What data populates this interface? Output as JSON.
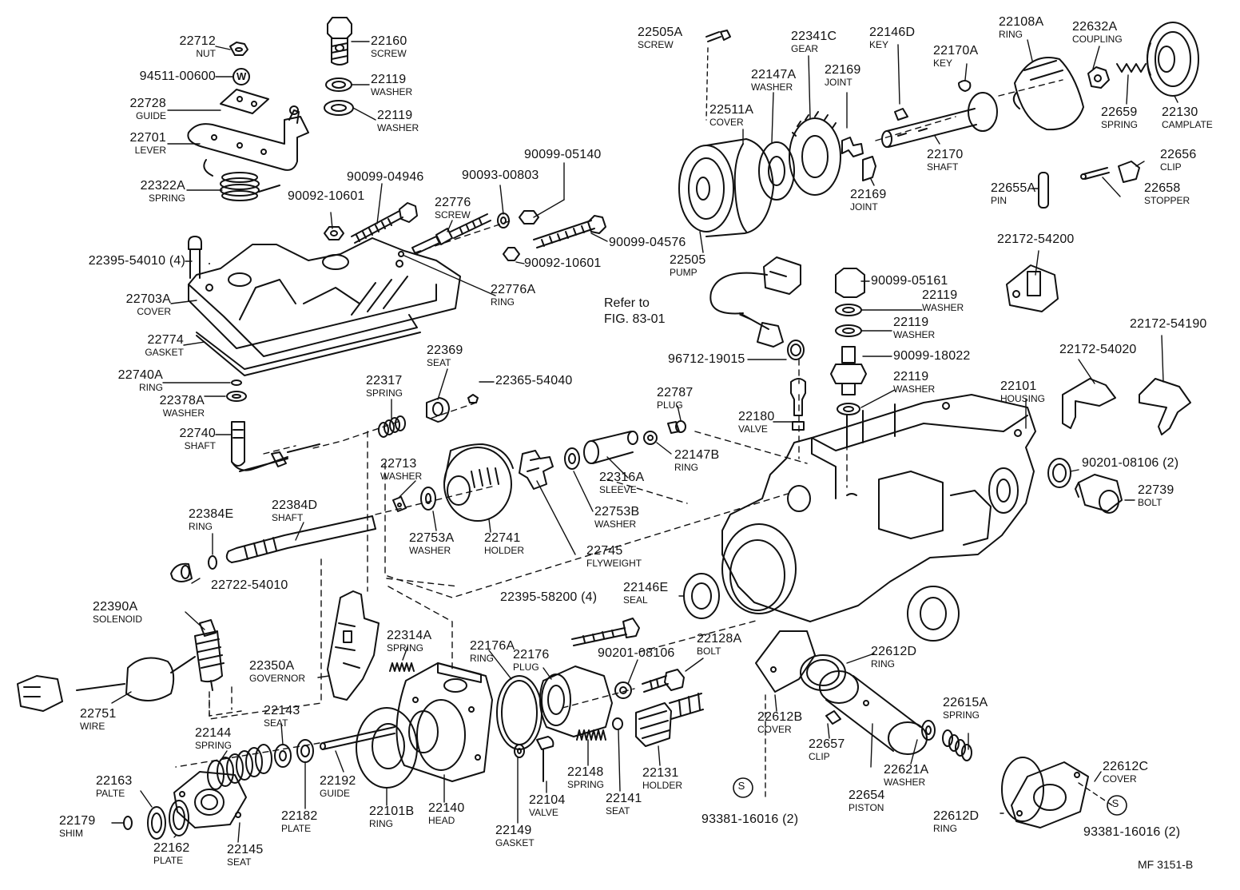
{
  "labels": {
    "p22712": {
      "num": "22712",
      "name": "NUT"
    },
    "p94511": {
      "num": "94511-00600",
      "name": ""
    },
    "p22160": {
      "num": "22160",
      "name": "SCREW"
    },
    "p22119a": {
      "num": "22119",
      "name": "WASHER"
    },
    "p22119b": {
      "num": "22119",
      "name": "WASHER"
    },
    "p22728": {
      "num": "22728",
      "name": "GUIDE"
    },
    "p22701": {
      "num": "22701",
      "name": "LEVER"
    },
    "p22322A": {
      "num": "22322A",
      "name": "SPRING"
    },
    "p90092_10601a": {
      "num": "90092-10601",
      "name": ""
    },
    "p90099_04946": {
      "num": "90099-04946",
      "name": ""
    },
    "p22776": {
      "num": "22776",
      "name": "SCREW"
    },
    "p90093_00803": {
      "num": "90093-00803",
      "name": ""
    },
    "p90099_05140": {
      "num": "90099-05140",
      "name": ""
    },
    "p90099_04576": {
      "num": "90099-04576",
      "name": ""
    },
    "p90092_10601b": {
      "num": "90092-10601",
      "name": ""
    },
    "p22395_54010": {
      "num": "22395-54010 (4)",
      "name": ""
    },
    "p22776A": {
      "num": "22776A",
      "name": "RING"
    },
    "p22703A": {
      "num": "22703A",
      "name": "COVER"
    },
    "p22774": {
      "num": "22774",
      "name": "GASKET"
    },
    "p22740A": {
      "num": "22740A",
      "name": "RING"
    },
    "p22378A": {
      "num": "22378A",
      "name": "WASHER"
    },
    "p22740": {
      "num": "22740",
      "name": "SHAFT"
    },
    "p22317": {
      "num": "22317",
      "name": "SPRING"
    },
    "p22369": {
      "num": "22369",
      "name": "SEAT"
    },
    "p22365_54040": {
      "num": "22365-54040",
      "name": ""
    },
    "p22713": {
      "num": "22713",
      "name": "WASHER"
    },
    "p22384E": {
      "num": "22384E",
      "name": "RING"
    },
    "p22384D": {
      "num": "22384D",
      "name": "SHAFT"
    },
    "p22753A": {
      "num": "22753A",
      "name": "WASHER"
    },
    "p22741": {
      "num": "22741",
      "name": "HOLDER"
    },
    "p22745": {
      "num": "22745",
      "name": "FLYWEIGHT"
    },
    "p22753B": {
      "num": "22753B",
      "name": "WASHER"
    },
    "p22316A": {
      "num": "22316A",
      "name": "SLEEVE"
    },
    "p22787": {
      "num": "22787",
      "name": "PLUG"
    },
    "p22147B": {
      "num": "22147B",
      "name": "RING"
    },
    "p22722_54010": {
      "num": "22722-54010",
      "name": ""
    },
    "p22390A": {
      "num": "22390A",
      "name": "SOLENOID"
    },
    "p22751": {
      "num": "22751",
      "name": "WIRE"
    },
    "p22350A": {
      "num": "22350A",
      "name": "GOVERNOR"
    },
    "p22314A": {
      "num": "22314A",
      "name": "SPRING"
    },
    "p22395_58200": {
      "num": "22395-58200 (4)",
      "name": ""
    },
    "p22176A": {
      "num": "22176A",
      "name": "RING"
    },
    "p22176": {
      "num": "22176",
      "name": "PLUG"
    },
    "p90201_08106a": {
      "num": "90201-08106",
      "name": ""
    },
    "p22128A": {
      "num": "22128A",
      "name": "BOLT"
    },
    "p22146E": {
      "num": "22146E",
      "name": "SEAL"
    },
    "p22143": {
      "num": "22143",
      "name": "SEAT"
    },
    "p22144": {
      "num": "22144",
      "name": "SPRING"
    },
    "p22163": {
      "num": "22163",
      "name": "PALTE"
    },
    "p22179": {
      "num": "22179",
      "name": "SHIM"
    },
    "p22162": {
      "num": "22162",
      "name": "PLATE"
    },
    "p22145": {
      "num": "22145",
      "name": "SEAT"
    },
    "p22182": {
      "num": "22182",
      "name": "PLATE"
    },
    "p22192": {
      "num": "22192",
      "name": "GUIDE"
    },
    "p22101B": {
      "num": "22101B",
      "name": "RING"
    },
    "p22140": {
      "num": "22140",
      "name": "HEAD"
    },
    "p22149": {
      "num": "22149",
      "name": "GASKET"
    },
    "p22104": {
      "num": "22104",
      "name": "VALVE"
    },
    "p22148": {
      "num": "22148",
      "name": "SPRING"
    },
    "p22141": {
      "num": "22141",
      "name": "SEAT"
    },
    "p22131": {
      "num": "22131",
      "name": "HOLDER"
    },
    "p22612B": {
      "num": "22612B",
      "name": "COVER"
    },
    "p22612D_a": {
      "num": "22612D",
      "name": "RING"
    },
    "p22657": {
      "num": "22657",
      "name": "CLIP"
    },
    "p22654": {
      "num": "22654",
      "name": "PISTON"
    },
    "p22621A": {
      "num": "22621A",
      "name": "WASHER"
    },
    "p22615A": {
      "num": "22615A",
      "name": "SPRING"
    },
    "p22612C": {
      "num": "22612C",
      "name": "COVER"
    },
    "p22612D_b": {
      "num": "22612D",
      "name": "RING"
    },
    "p93381a": {
      "num": "93381-16016 (2)",
      "name": ""
    },
    "p93381b": {
      "num": "93381-16016 (2)",
      "name": ""
    },
    "p22505A": {
      "num": "22505A",
      "name": "SCREW"
    },
    "p22341C": {
      "num": "22341C",
      "name": "GEAR"
    },
    "p22146D": {
      "num": "22146D",
      "name": "KEY"
    },
    "p22108A": {
      "num": "22108A",
      "name": "RING"
    },
    "p22632A": {
      "num": "22632A",
      "name": "COUPLING"
    },
    "p22147A": {
      "num": "22147A",
      "name": "WASHER"
    },
    "p22169a": {
      "num": "22169",
      "name": "JOINT"
    },
    "p22170A": {
      "num": "22170A",
      "name": "KEY"
    },
    "p22511A": {
      "num": "22511A",
      "name": "COVER"
    },
    "p22659": {
      "num": "22659",
      "name": "SPRING"
    },
    "p22130": {
      "num": "22130",
      "name": "CAMPLATE"
    },
    "p22170": {
      "num": "22170",
      "name": "SHAFT"
    },
    "p22656": {
      "num": "22656",
      "name": "CLIP"
    },
    "p22169b": {
      "num": "22169",
      "name": "JOINT"
    },
    "p22655A": {
      "num": "22655A",
      "name": "PIN"
    },
    "p22658": {
      "num": "22658",
      "name": "STOPPER"
    },
    "p22505": {
      "num": "22505",
      "name": "PUMP"
    },
    "p22172_54200": {
      "num": "22172-54200",
      "name": ""
    },
    "p90099_05161": {
      "num": "90099-05161",
      "name": ""
    },
    "p22119c": {
      "num": "22119",
      "name": "WASHER"
    },
    "p22119d": {
      "num": "22119",
      "name": "WASHER"
    },
    "p96712": {
      "num": "96712-19015",
      "name": ""
    },
    "p90099_18022": {
      "num": "90099-18022",
      "name": ""
    },
    "p22119e": {
      "num": "22119",
      "name": "WASHER"
    },
    "p22180": {
      "num": "22180",
      "name": "VALVE"
    },
    "p22172_54190": {
      "num": "22172-54190",
      "name": ""
    },
    "p22172_54020": {
      "num": "22172-54020",
      "name": ""
    },
    "p22101": {
      "num": "22101",
      "name": "HOUSING"
    },
    "p90201_08106b": {
      "num": "90201-08106 (2)",
      "name": ""
    },
    "p22739": {
      "num": "22739",
      "name": "BOLT"
    }
  },
  "reference": {
    "line1": "Refer to",
    "line2": "FIG. 83-01"
  },
  "symbols": {
    "s_mark": "S",
    "w_mark": "W"
  },
  "footer": {
    "code": "MF  3151-B"
  }
}
